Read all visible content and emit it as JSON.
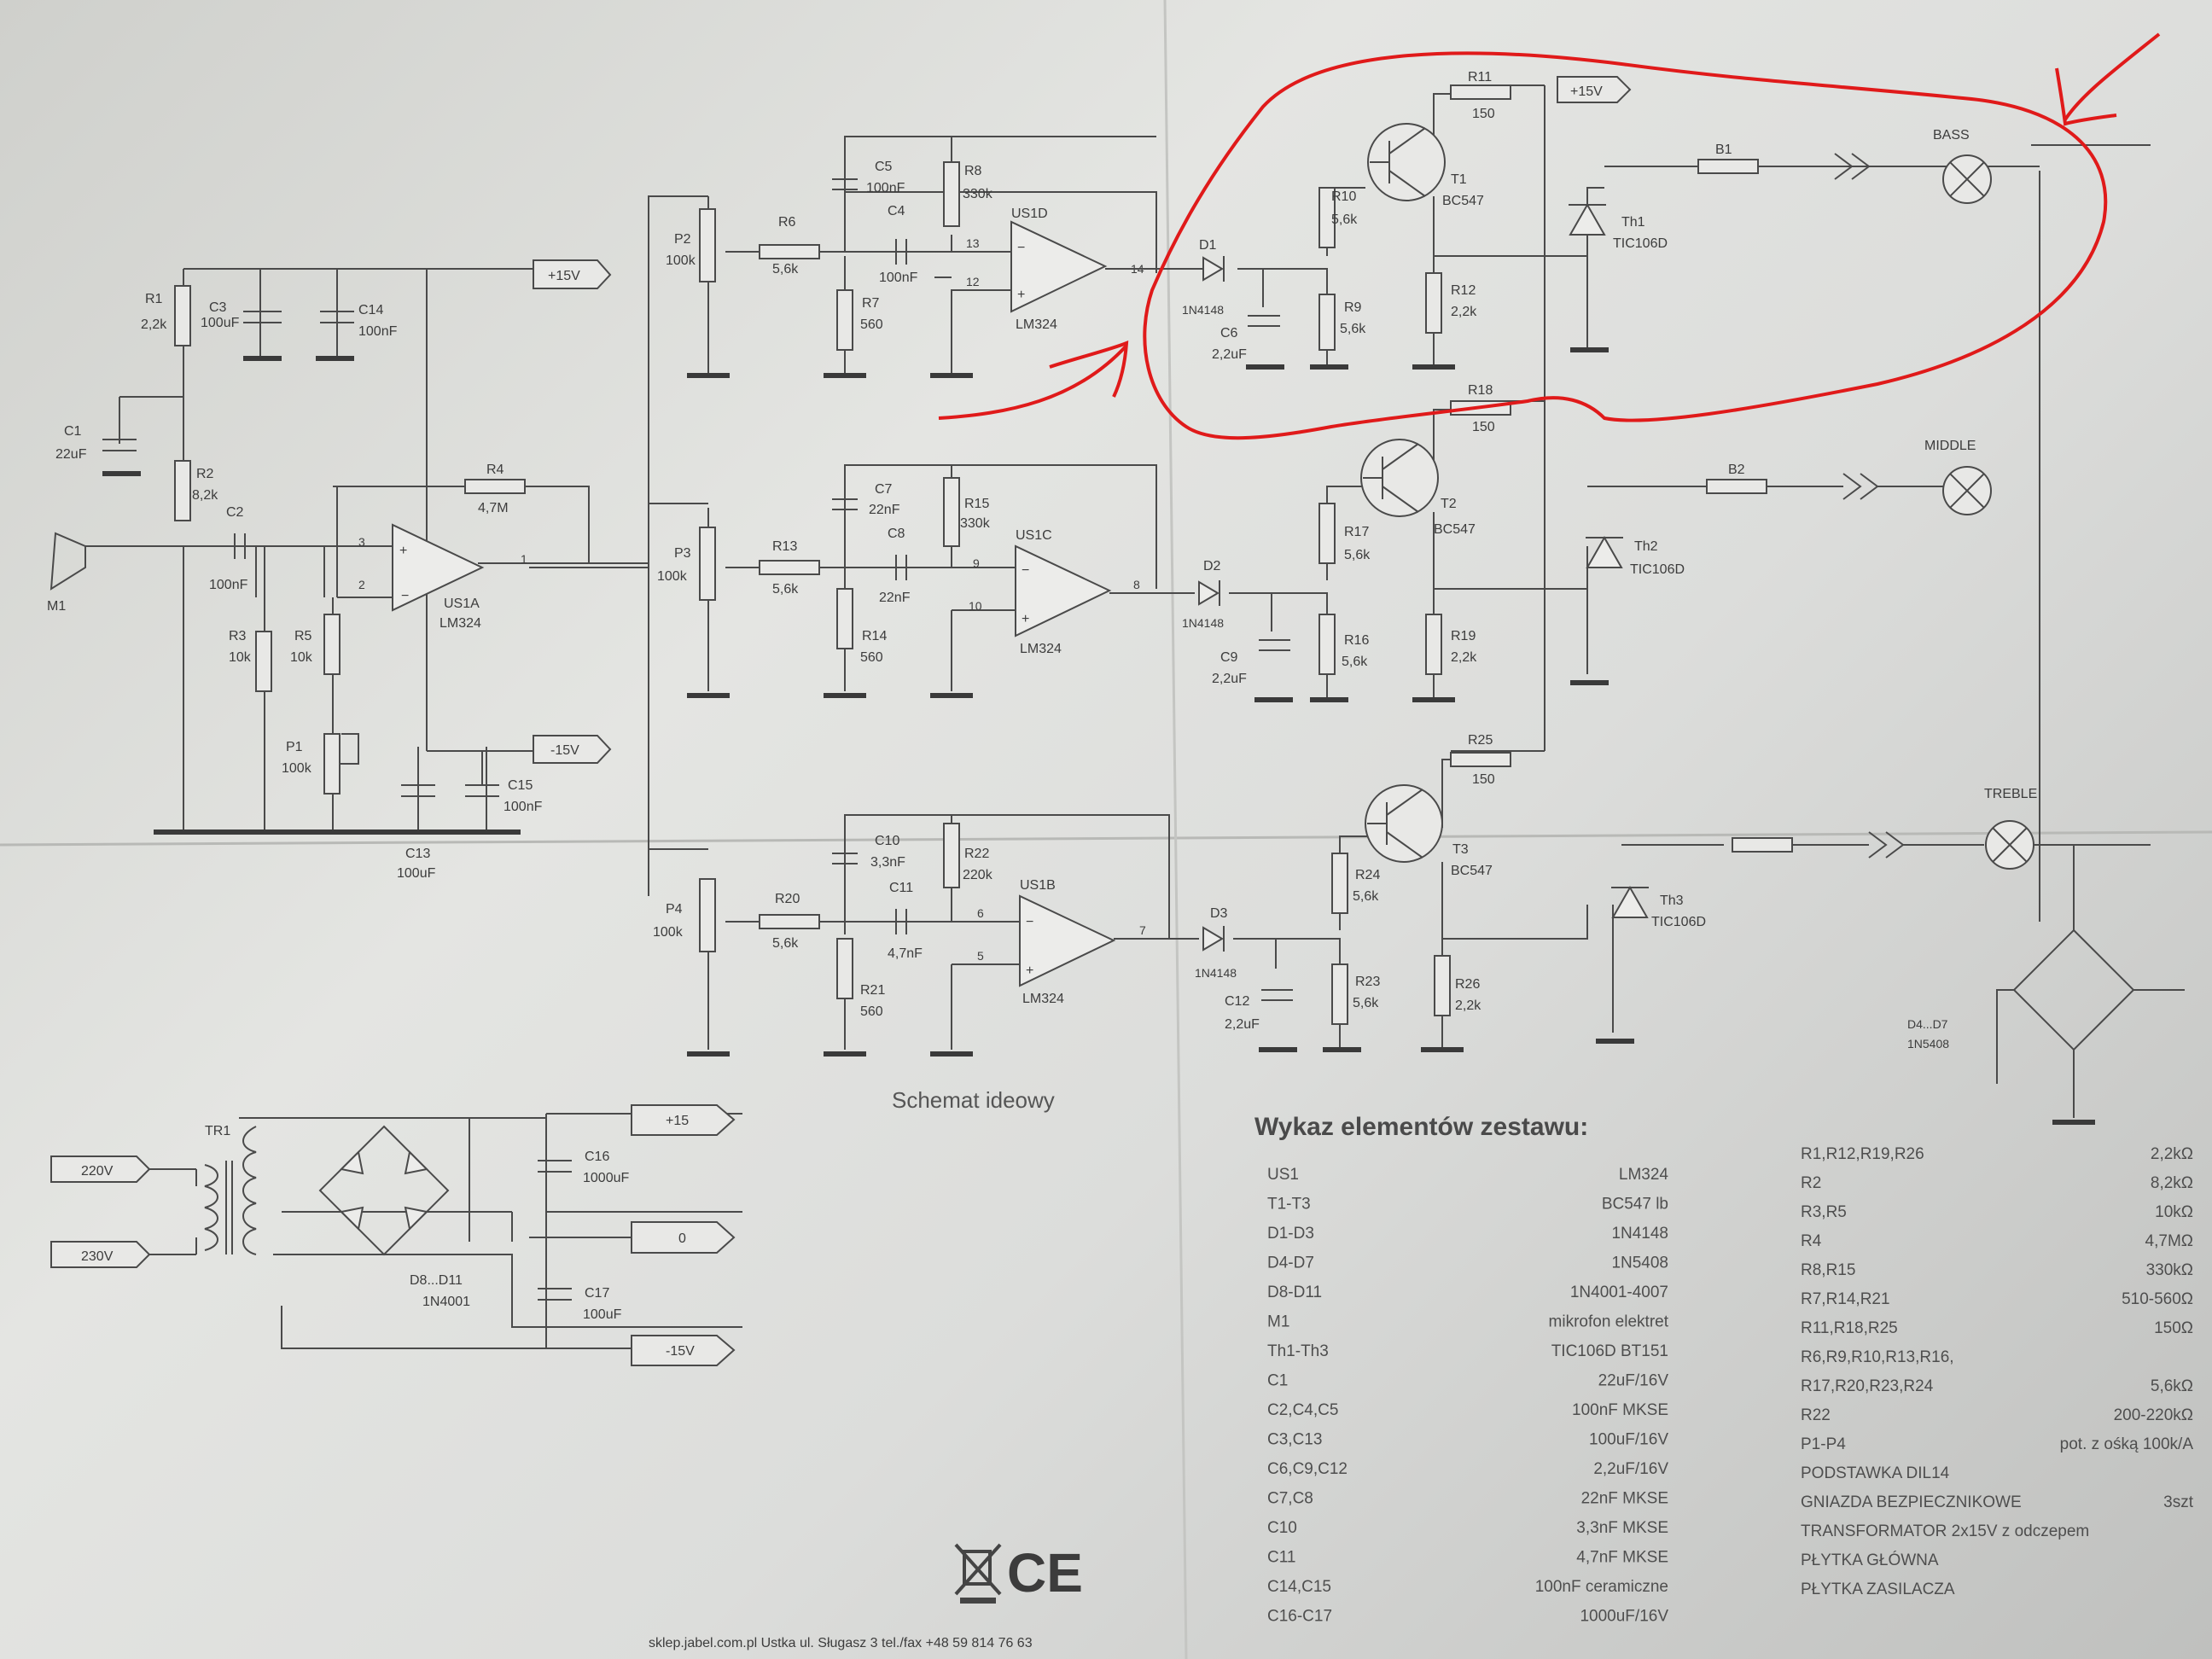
{
  "sheet": {
    "caption": "Schemat ideowy",
    "parts_title": "Wykaz elementów zestawu:",
    "footer": "sklep.jabel.com.pl  Ustka ul. Sługasz 3  tel./fax +48 59 814 76 63"
  },
  "labels": {
    "r1": "R1",
    "r1v": "2,2k",
    "c3": "C3",
    "c3v": "100uF",
    "c14": "C14",
    "c14v": "100nF",
    "c1": "C1",
    "c1v": "22uF",
    "r2": "R2",
    "r2v": "8,2k",
    "c2": "C2",
    "c2v": "100nF",
    "r3": "R3",
    "r3v": "10k",
    "r5": "R5",
    "r5v": "10k",
    "p1": "P1",
    "p1v": "100k",
    "r4": "R4",
    "r4v": "4,7M",
    "us1a": "US1A",
    "us1a_ic": "LM324",
    "m1": "M1",
    "c13": "C13",
    "c13v": "100uF",
    "c15": "C15",
    "c15v": "100nF",
    "plus15_a": "+15V",
    "minus15_a": "-15V",
    "p2": "P2",
    "p2v": "100k",
    "r6": "R6",
    "r6v": "5,6k",
    "c5": "C5",
    "c5v": "100nF",
    "r8": "R8",
    "r8v": "330k",
    "c4": "C4",
    "c4v": "100nF",
    "r7": "R7",
    "r7v": "560",
    "us1d": "US1D",
    "us1d_ic": "LM324",
    "p3": "P3",
    "p3v": "100k",
    "r13": "R13",
    "r13v": "5,6k",
    "c7": "C7",
    "c7v": "22nF",
    "r15": "R15",
    "r15v": "330k",
    "c8": "C8",
    "c8v": "22nF",
    "r14": "R14",
    "r14v": "560",
    "us1c": "US1C",
    "us1c_ic": "LM324",
    "p4": "P4",
    "p4v": "100k",
    "r20": "R20",
    "r20v": "5,6k",
    "c10": "C10",
    "c10v": "3,3nF",
    "r22": "R22",
    "r22v": "220k",
    "c11": "C11",
    "c11v": "4,7nF",
    "r21": "R21",
    "r21v": "560",
    "us1b": "US1B",
    "us1b_ic": "LM324",
    "d1": "D1",
    "d1v": "1N4148",
    "c6": "C6",
    "c6v": "2,2uF",
    "r9": "R9",
    "r9v": "5,6k",
    "r10": "R10",
    "r10v": "5,6k",
    "r11": "R11",
    "r11v": "150",
    "t1": "T1",
    "t1v": "BC547",
    "r12": "R12",
    "r12v": "2,2k",
    "th1": "Th1",
    "th1v": "TIC106D",
    "b1": "B1",
    "plus15_b": "+15V",
    "d2": "D2",
    "d2v": "1N4148",
    "c9": "C9",
    "c9v": "2,2uF",
    "r16": "R16",
    "r16v": "5,6k",
    "r17": "R17",
    "r17v": "5,6k",
    "r18": "R18",
    "r18v": "150",
    "t2": "T2",
    "t2v": "BC547",
    "r19": "R19",
    "r19v": "2,2k",
    "th2": "Th2",
    "th2v": "TIC106D",
    "b2": "B2",
    "d3": "D3",
    "d3v": "1N4148",
    "c12": "C12",
    "c12v": "2,2uF",
    "r23": "R23",
    "r23v": "5,6k",
    "r24": "R24",
    "r24v": "5,6k",
    "r25": "R25",
    "r25v": "150",
    "t3": "T3",
    "t3v": "BC547",
    "r26": "R26",
    "r26v": "2,2k",
    "th3": "Th3",
    "th3v": "TIC106D",
    "lamp_bass": "BASS",
    "lamp_middle": "MIDDLE",
    "lamp_treble": "TREBLE",
    "d4d7": "D4...D7",
    "d4d7v": "1N5408",
    "tr1": "TR1",
    "in220a": "220V",
    "in220b": "230V",
    "d8d11": "D8...D11",
    "d8d11v": "1N4001",
    "c16": "C16",
    "c16v": "1000uF",
    "c17": "C17",
    "c17v": "100uF",
    "rail_plus": "+15",
    "rail_zero": "0",
    "rail_minus": "-15V"
  },
  "parts_left": [
    {
      "ref": "US1",
      "val": "LM324"
    },
    {
      "ref": "T1-T3",
      "val": "BC547 lb"
    },
    {
      "ref": "D1-D3",
      "val": "1N4148"
    },
    {
      "ref": "D4-D7",
      "val": "1N5408"
    },
    {
      "ref": "D8-D11",
      "val": "1N4001-4007"
    },
    {
      "ref": "M1",
      "val": "mikrofon elektret"
    },
    {
      "ref": "Th1-Th3",
      "val": "TIC106D BT151"
    },
    {
      "ref": "C1",
      "val": "22uF/16V"
    },
    {
      "ref": "C2,C4,C5",
      "val": "100nF MKSE"
    },
    {
      "ref": "C3,C13",
      "val": "100uF/16V"
    },
    {
      "ref": "C6,C9,C12",
      "val": "2,2uF/16V"
    },
    {
      "ref": "C7,C8",
      "val": "22nF MKSE"
    },
    {
      "ref": "C10",
      "val": "3,3nF MKSE"
    },
    {
      "ref": "C11",
      "val": "4,7nF MKSE"
    },
    {
      "ref": "C14,C15",
      "val": "100nF ceramiczne"
    },
    {
      "ref": "C16-C17",
      "val": "1000uF/16V"
    }
  ],
  "parts_right": [
    {
      "ref": "R1,R12,R19,R26",
      "val": "2,2kΩ"
    },
    {
      "ref": "R2",
      "val": "8,2kΩ"
    },
    {
      "ref": "R3,R5",
      "val": "10kΩ"
    },
    {
      "ref": "R4",
      "val": "4,7MΩ"
    },
    {
      "ref": "R8,R15",
      "val": "330kΩ"
    },
    {
      "ref": "R7,R14,R21",
      "val": "510-560Ω"
    },
    {
      "ref": "R11,R18,R25",
      "val": "150Ω"
    },
    {
      "ref": "R6,R9,R10,R13,R16,",
      "val": ""
    },
    {
      "ref": "R17,R20,R23,R24",
      "val": "5,6kΩ"
    },
    {
      "ref": "R22",
      "val": "200-220kΩ"
    },
    {
      "ref": "P1-P4",
      "val": "pot. z ośką 100k/A"
    },
    {
      "ref": "PODSTAWKA DIL14",
      "val": ""
    },
    {
      "ref": "GNIAZDA BEZPIECZNIKOWE",
      "val": "3szt"
    },
    {
      "ref": "TRANSFORMATOR 2x15V z odczepem",
      "val": ""
    },
    {
      "ref": "PŁYTKA GŁÓWNA",
      "val": ""
    },
    {
      "ref": "PŁYTKA ZASILACZA",
      "val": ""
    }
  ],
  "colors": {
    "annotation": "#e01a1a",
    "ink": "#4a4a4a",
    "paper": "#dcdddb"
  },
  "icons": [
    "ce-mark",
    "weee-bin-icon"
  ]
}
